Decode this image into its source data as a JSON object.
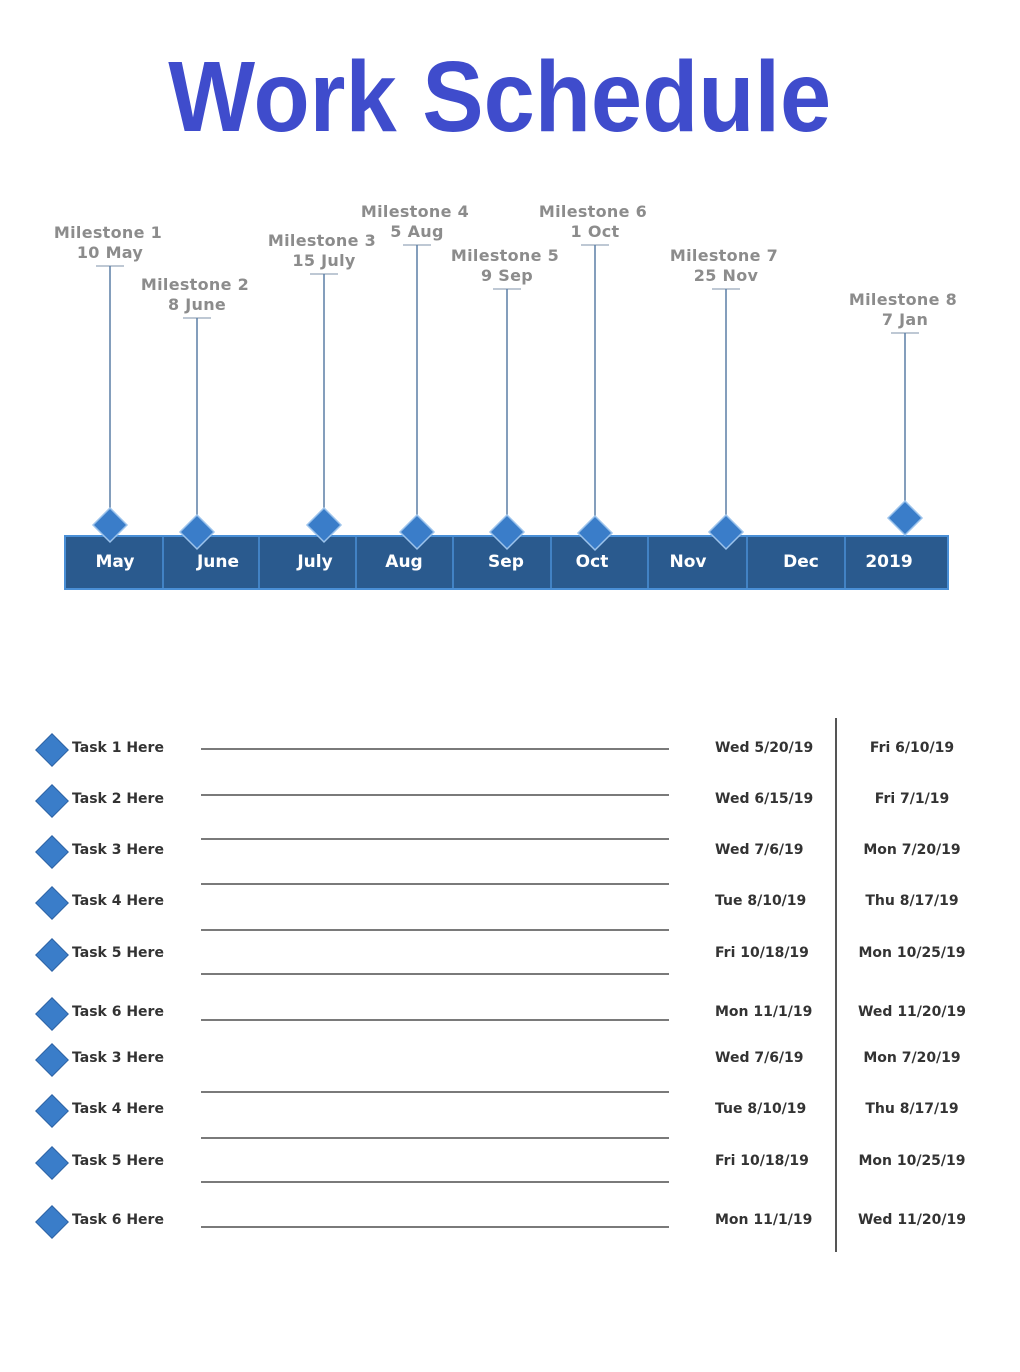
{
  "title": "Work Schedule",
  "colors": {
    "title": "#3f4ccc",
    "bar": "#2a5a8e",
    "bar_border": "#4a8fd6",
    "diamond": "#3a7dc9",
    "milestone_text": "#8c8c8c"
  },
  "timeline": {
    "months": [
      "May",
      "June",
      "July",
      "Aug",
      "Sep",
      "Oct",
      "Nov",
      "Dec",
      "2019"
    ],
    "milestones": [
      {
        "name": "Milestone 1",
        "date": "10 May"
      },
      {
        "name": "Milestone 2",
        "date": "8 June"
      },
      {
        "name": "Milestone 3",
        "date": "15 July"
      },
      {
        "name": "Milestone 4",
        "date": "5 Aug"
      },
      {
        "name": "Milestone 5",
        "date": "9 Sep"
      },
      {
        "name": "Milestone 6",
        "date": "1 Oct"
      },
      {
        "name": "Milestone 7",
        "date": "25 Nov"
      },
      {
        "name": "Milestone 8",
        "date": "7 Jan"
      }
    ]
  },
  "tasks": [
    {
      "label": "Task 1 Here",
      "start": "Wed 5/20/19",
      "end": "Fri 6/10/19"
    },
    {
      "label": "Task 2 Here",
      "start": "Wed 6/15/19",
      "end": "Fri 7/1/19"
    },
    {
      "label": "Task 3 Here",
      "start": "Wed 7/6/19",
      "end": "Mon 7/20/19"
    },
    {
      "label": "Task 4 Here",
      "start": "Tue 8/10/19",
      "end": "Thu 8/17/19"
    },
    {
      "label": "Task 5 Here",
      "start": "Fri 10/18/19",
      "end": "Mon 10/25/19"
    },
    {
      "label": "Task 6 Here",
      "start": "Mon 11/1/19",
      "end": "Wed 11/20/19"
    },
    {
      "label": "Task 3 Here",
      "start": "Wed 7/6/19",
      "end": "Mon 7/20/19"
    },
    {
      "label": "Task 4 Here",
      "start": "Tue 8/10/19",
      "end": "Thu 8/17/19"
    },
    {
      "label": "Task 5 Here",
      "start": "Fri 10/18/19",
      "end": "Mon 10/25/19"
    },
    {
      "label": "Task 6 Here",
      "start": "Mon 11/1/19",
      "end": "Wed 11/20/19"
    }
  ]
}
